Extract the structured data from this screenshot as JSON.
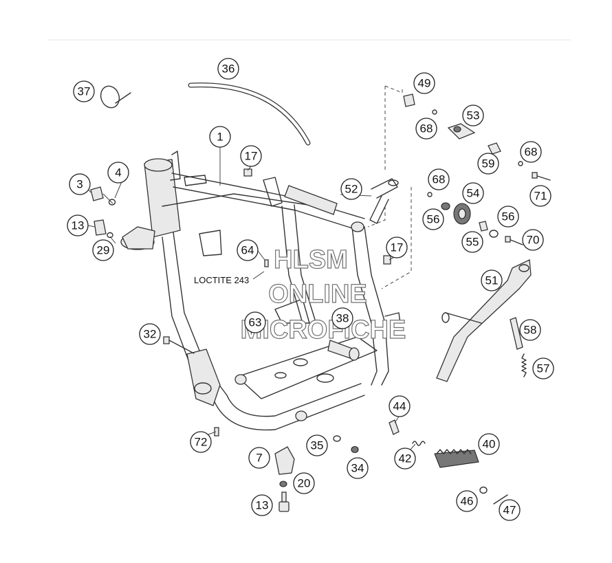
{
  "diagram": {
    "callouts": [
      {
        "id": "c1",
        "label": "1"
      },
      {
        "id": "c3",
        "label": "3"
      },
      {
        "id": "c4",
        "label": "4"
      },
      {
        "id": "c7",
        "label": "7"
      },
      {
        "id": "c13a",
        "label": "13"
      },
      {
        "id": "c13b",
        "label": "13"
      },
      {
        "id": "c17a",
        "label": "17"
      },
      {
        "id": "c17b",
        "label": "17"
      },
      {
        "id": "c20",
        "label": "20"
      },
      {
        "id": "c29",
        "label": "29"
      },
      {
        "id": "c32",
        "label": "32"
      },
      {
        "id": "c34",
        "label": "34"
      },
      {
        "id": "c35",
        "label": "35"
      },
      {
        "id": "c36",
        "label": "36"
      },
      {
        "id": "c37",
        "label": "37"
      },
      {
        "id": "c38",
        "label": "38"
      },
      {
        "id": "c40",
        "label": "40"
      },
      {
        "id": "c42",
        "label": "42"
      },
      {
        "id": "c44",
        "label": "44"
      },
      {
        "id": "c46",
        "label": "46"
      },
      {
        "id": "c47",
        "label": "47"
      },
      {
        "id": "c49",
        "label": "49"
      },
      {
        "id": "c51",
        "label": "51"
      },
      {
        "id": "c52",
        "label": "52"
      },
      {
        "id": "c53",
        "label": "53"
      },
      {
        "id": "c54",
        "label": "54"
      },
      {
        "id": "c55",
        "label": "55"
      },
      {
        "id": "c56a",
        "label": "56"
      },
      {
        "id": "c56b",
        "label": "56"
      },
      {
        "id": "c57",
        "label": "57"
      },
      {
        "id": "c58",
        "label": "58"
      },
      {
        "id": "c59",
        "label": "59"
      },
      {
        "id": "c63",
        "label": "63"
      },
      {
        "id": "c64",
        "label": "64"
      },
      {
        "id": "c68a",
        "label": "68"
      },
      {
        "id": "c68b",
        "label": "68"
      },
      {
        "id": "c68c",
        "label": "68"
      },
      {
        "id": "c70",
        "label": "70"
      },
      {
        "id": "c71",
        "label": "71"
      },
      {
        "id": "c72",
        "label": "72"
      }
    ],
    "note": "LOCTITE 243",
    "watermark": [
      "HLSM",
      "ONLINE",
      "MICROFICHE"
    ]
  }
}
